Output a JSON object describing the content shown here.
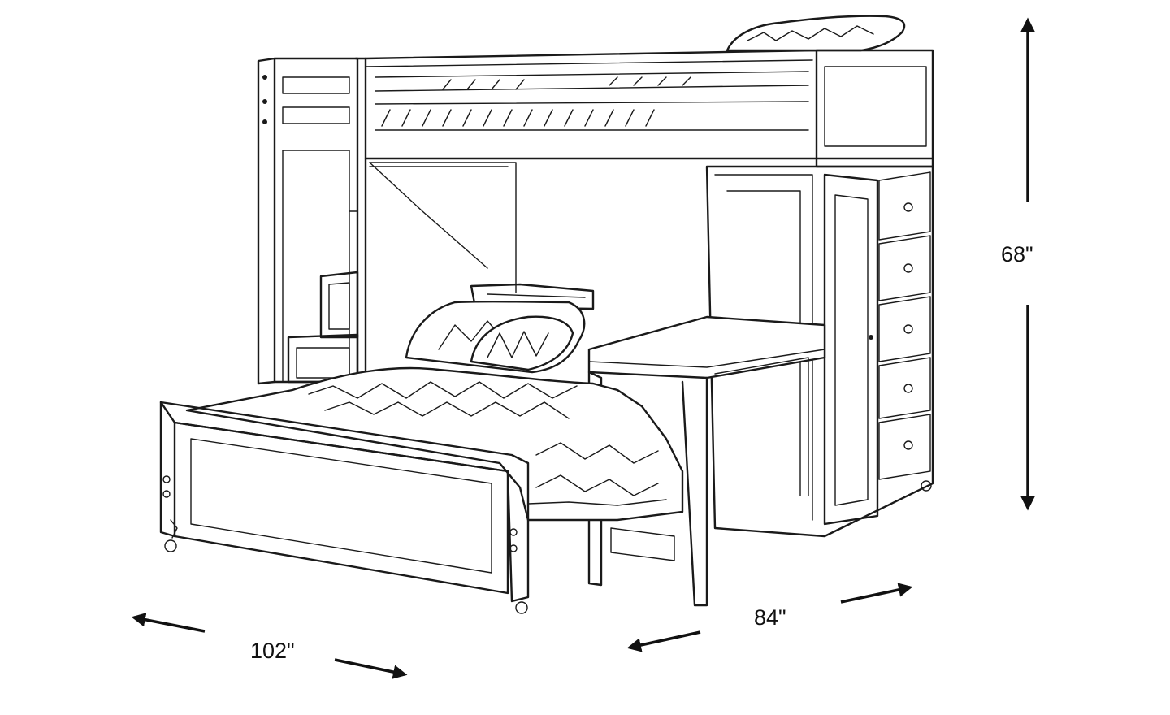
{
  "dimensions": {
    "height": "68\"",
    "width": "102\"",
    "depth": "84\""
  },
  "icons": {
    "height_arrow": "double-headed-vertical-arrow-icon",
    "width_arrows": "diagonal-arrow-icon",
    "depth_arrows": "diagonal-arrow-icon"
  },
  "colors": {
    "line": "#1a1a1a",
    "background": "#ffffff"
  }
}
